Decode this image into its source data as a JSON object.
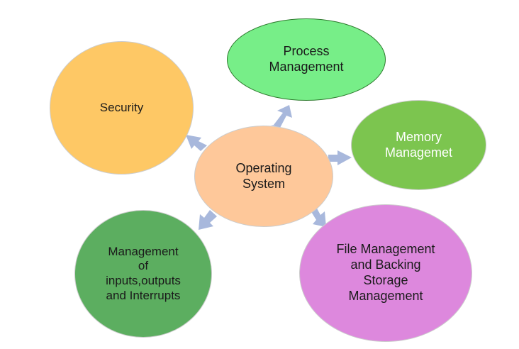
{
  "diagram": {
    "center": {
      "label": "Operating\nSystem",
      "color": "#fec89a"
    },
    "nodes": [
      {
        "id": "process",
        "label": "Process\nManagement",
        "color": "#77ee88",
        "border": "#2e7a2e",
        "text_color": "#1a1a1a"
      },
      {
        "id": "memory",
        "label": "Memory\nManagemet",
        "color": "#7cc54f",
        "border": "#cccccc",
        "text_color": "#ffffff"
      },
      {
        "id": "file",
        "label": "File Management\nand Backing\nStorage\nManagement",
        "color": "#dd88dd",
        "border": "#cccccc",
        "text_color": "#1a1a1a"
      },
      {
        "id": "io",
        "label": "Management\nof\ninputs,outputs\nand Interrupts",
        "color": "#5cae60",
        "border": "#cccccc",
        "text_color": "#1a1a1a"
      },
      {
        "id": "security",
        "label": "Security",
        "color": "#fec865",
        "border": "#cccccc",
        "text_color": "#1a1a1a"
      }
    ],
    "arrow_color": "#a8b8dc"
  }
}
